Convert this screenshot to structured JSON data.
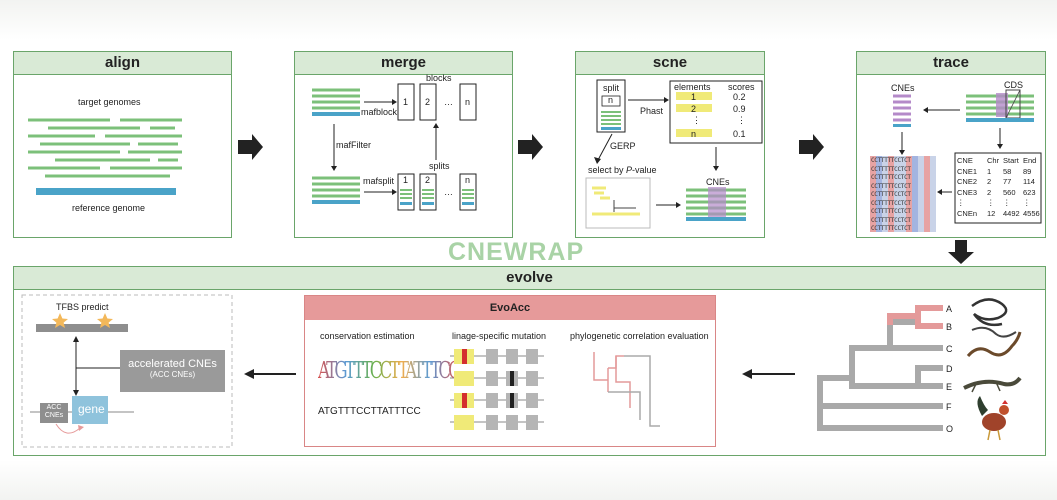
{
  "watermark": "CNEWRAP",
  "align": {
    "title": "align",
    "target_label": "target genomes",
    "reference_label": "reference genome"
  },
  "merge": {
    "title": "merge",
    "blocks_label": "blocks",
    "mafblock_label": "mafblock",
    "mafFilter_label": "mafFilter",
    "splits_label": "splits",
    "mafsplit_label": "mafsplit",
    "block_ids": [
      "1",
      "2",
      "…",
      "n"
    ]
  },
  "scne": {
    "title": "scne",
    "split_label": "split",
    "split_n": "n",
    "phast_label": "Phast",
    "gerp_label": "GERP",
    "select_label": "select by ",
    "select_italic": "P",
    "select_suffix": "-value",
    "cnes_label": "CNEs",
    "table_headers": [
      "elements",
      "scores"
    ],
    "table_rows": [
      [
        "1",
        "0.2"
      ],
      [
        "2",
        "0.9"
      ],
      [
        "⋮",
        "⋮"
      ],
      [
        "n",
        "0.1"
      ]
    ]
  },
  "trace": {
    "title": "trace",
    "cnes_label": "CNEs",
    "cds_label": "CDS",
    "table_headers": [
      "CNE",
      "Chr",
      "Start",
      "End"
    ],
    "table_rows": [
      [
        "CNE1",
        "1",
        "58",
        "89"
      ],
      [
        "CNE2",
        "2",
        "77",
        "114"
      ],
      [
        "CNE3",
        "2",
        "560",
        "623"
      ],
      [
        "⋮",
        "⋮",
        "⋮",
        "⋮"
      ],
      [
        "CNEn",
        "12",
        "4492",
        "4556"
      ]
    ],
    "seq_text": "CCTTTTTCCTCT"
  },
  "evolve": {
    "title": "evolve",
    "tfbs_label": "TFBS predict",
    "acc_label": "accelerated CNEs",
    "acc_sub": "(ACC CNEs)",
    "acc_small": "ACC CNEs",
    "gene_label": "gene",
    "evoacc_title": "EvoAcc",
    "cons_label": "conservation estimation",
    "lineage_label": "linage-specific mutation",
    "phylo_label": "phylogenetic correlation evaluation",
    "logo_text": "ATGTTTCCTTATTTCC",
    "seq_text": "ATGTTTCCTTATTTCC",
    "taxa": [
      "A",
      "B",
      "C",
      "D",
      "E",
      "F",
      "O"
    ]
  },
  "colors": {
    "panel_border": "#6aa56a",
    "panel_head": "#d9ead6",
    "seq_green": "#7cc07a",
    "ref_blue": "#4aa3c8",
    "cne_purple": "#b48ac9",
    "evoacc_red": "#e69a9a",
    "tree_red": "#e49a9a",
    "tree_gray": "#a9a9a9",
    "highlight_yellow": "#f0ea78"
  }
}
